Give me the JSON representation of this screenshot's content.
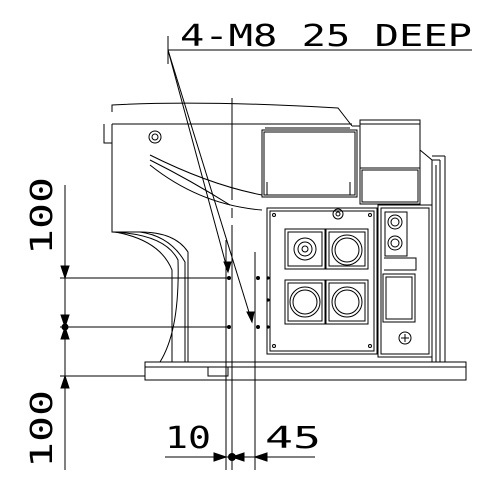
{
  "drawing": {
    "callout": "4-M8 25 DEEP",
    "dim_vertical_upper": "100",
    "dim_vertical_lower": "100",
    "dim_horizontal_left": "10",
    "dim_horizontal_right": "45"
  }
}
